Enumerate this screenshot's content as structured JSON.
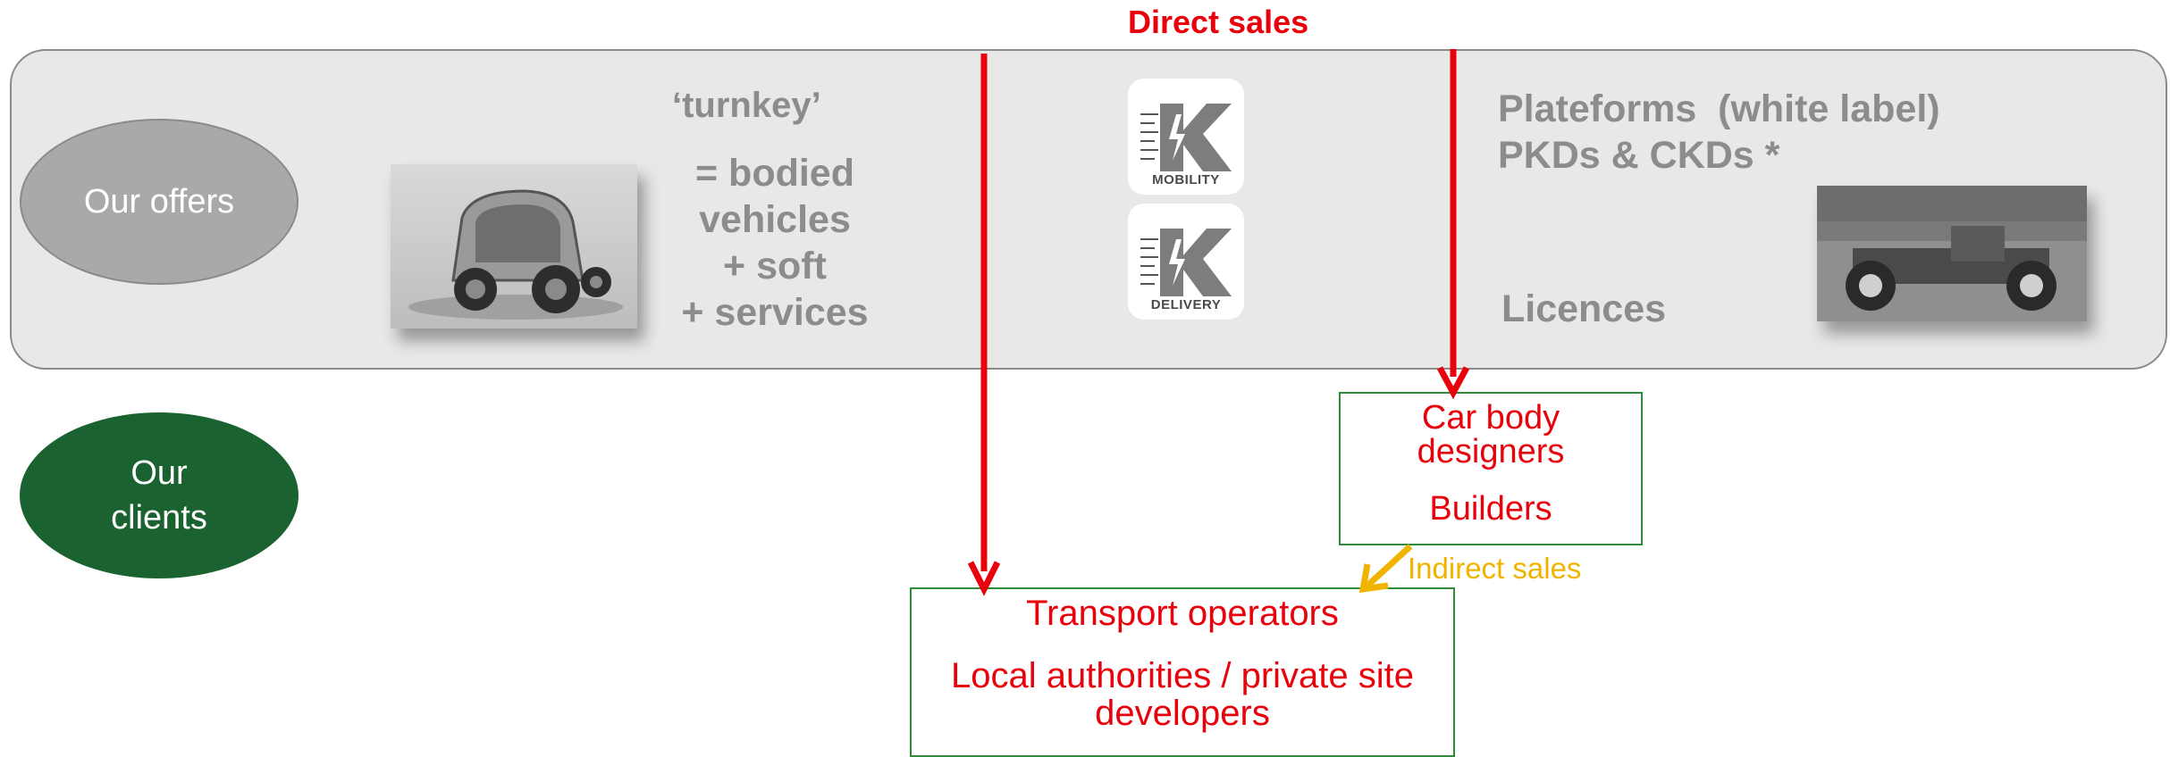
{
  "header": {
    "direct_sales": "Direct sales"
  },
  "offers": {
    "label": "Our offers",
    "turnkey_title": "‘turnkey’",
    "turnkey_lines": [
      "= bodied",
      "vehicles",
      "+ soft",
      "+ services"
    ],
    "platforms_line1": "Plateforms  (white label)",
    "platforms_line2": "PKDs & CKDs *",
    "licences": "Licences",
    "apps": [
      {
        "label": "MOBILITY",
        "icon": "k-mobility-app-icon"
      },
      {
        "label": "DELIVERY",
        "icon": "k-delivery-app-icon"
      }
    ]
  },
  "clients": {
    "label_line1": "Our",
    "label_line2": "clients",
    "car_body_box": {
      "line1": "Car body",
      "line2": "designers",
      "line3": "Builders"
    },
    "transport_box": {
      "line1": "Transport operators",
      "line2": "Local authorities / private site",
      "line3": "developers"
    },
    "indirect_sales": "Indirect sales"
  },
  "colors": {
    "red": "#e8000b",
    "green": "#1a6330",
    "box_border": "#2e8b3a",
    "orange": "#f0b400",
    "band": "#e8e8e8"
  }
}
